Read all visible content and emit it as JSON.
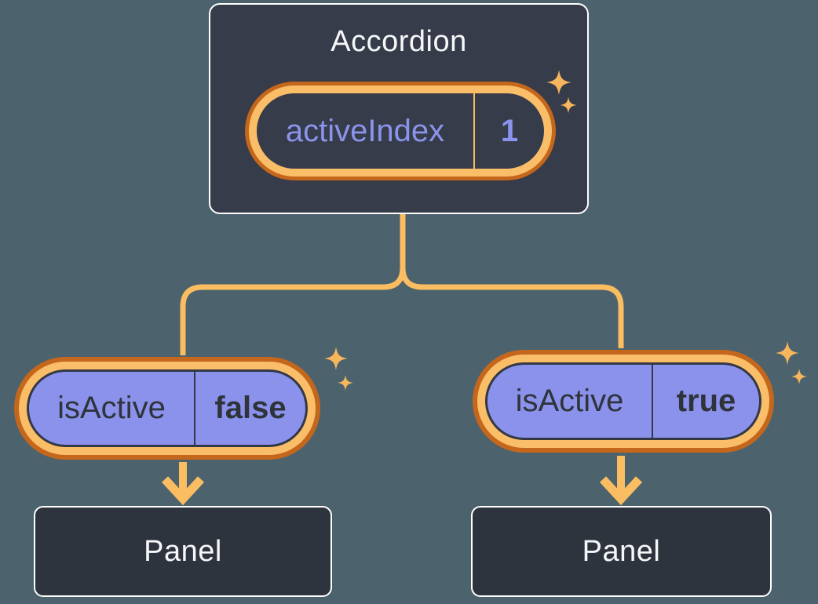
{
  "diagram": {
    "description": "React component tree diagram: Accordion holding state, passing isActive props to two panels"
  },
  "root_component": {
    "title": "Accordion",
    "state_pill": {
      "label": "activeIndex",
      "value": "1"
    }
  },
  "children": [
    {
      "prop_pill": {
        "label": "isActive",
        "value": "false"
      },
      "panel": {
        "label": "Panel"
      }
    },
    {
      "prop_pill": {
        "label": "isActive",
        "value": "true"
      },
      "panel": {
        "label": "Panel"
      }
    }
  ],
  "icons": {
    "sparkle": "four-point sparkle star ✦"
  },
  "colors": {
    "background": "#4C636D",
    "box_fill": "#363C49",
    "box_border": "#FFFFFF",
    "box_text": "#F6F7F9",
    "panel_fill": "#2E343E",
    "ring_dark_orange": "#C4671C",
    "ring_light_orange": "#FBBE68",
    "connector_orange": "#FABD62",
    "sparkle_gold": "#F7B55C",
    "pill_purple_fill": "#8B92EC",
    "purple_text": "#8B94EC",
    "dark_text": "#2F343B"
  }
}
